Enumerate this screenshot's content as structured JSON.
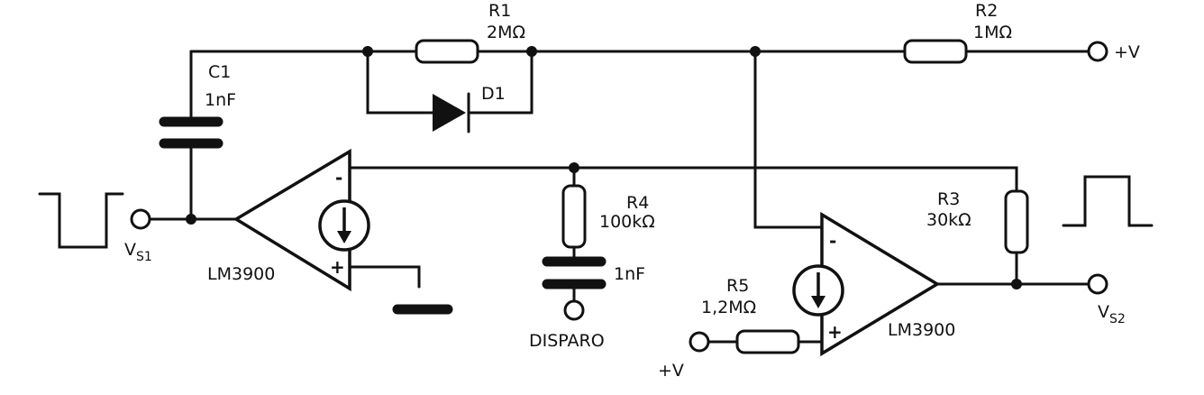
{
  "components": {
    "r1": {
      "name": "R1",
      "value": "2MΩ"
    },
    "r2": {
      "name": "R2",
      "value": "1MΩ"
    },
    "r3": {
      "name": "R3",
      "value": "30kΩ"
    },
    "r4": {
      "name": "R4",
      "value": "100kΩ"
    },
    "r5": {
      "name": "R5",
      "value": "1,2MΩ"
    },
    "c1": {
      "name": "C1",
      "value": "1nF"
    },
    "c2": {
      "value": "1nF"
    },
    "d1": {
      "name": "D1"
    }
  },
  "opamps": {
    "left": {
      "label": "LM3900",
      "minus": "-",
      "plus": "+"
    },
    "right": {
      "label": "LM3900",
      "minus": "-",
      "plus": "+"
    }
  },
  "terminals": {
    "supply_top": "+V",
    "supply_bottom": "+V",
    "vs1": {
      "main": "V",
      "sub": "S1"
    },
    "vs2": {
      "main": "V",
      "sub": "S2"
    },
    "trigger": "DISPARO"
  }
}
